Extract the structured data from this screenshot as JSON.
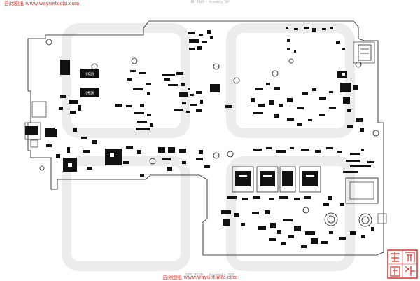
{
  "header": {
    "watermark": "吾阅图纸 www.wayuetuchi.com",
    "caption": "SRT FILM - Assembly_TOP"
  },
  "labels": {
    "chip_a": "Q619",
    "chip_b": "Q616"
  },
  "footer": {
    "caption": "SRT FILM - Assembly_TOP",
    "watermark": "吾阅图纸 www.wayuetuchi.com"
  },
  "seal": {
    "text": "吾阅图纸"
  },
  "colors": {
    "ink": "#111111",
    "watermark": "#d9342b",
    "faint": "#e9e9e9"
  }
}
